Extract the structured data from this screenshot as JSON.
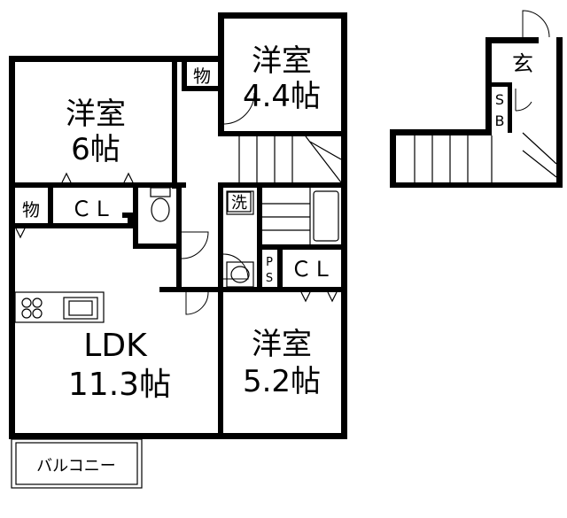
{
  "rooms": {
    "western_6": {
      "name": "洋室",
      "size": "6帖"
    },
    "western_44": {
      "name": "洋室",
      "size": "4.4帖"
    },
    "western_52": {
      "name": "洋室",
      "size": "5.2帖"
    },
    "ldk": {
      "name": "LDK",
      "size": "11.3帖"
    }
  },
  "labels": {
    "storage_top": "物",
    "storage_left": "物",
    "closet_left": "ＣＬ",
    "closet_right": "ＣＬ",
    "wash": "洗",
    "ps_top": "P",
    "ps_bottom": "S",
    "entrance": "玄",
    "sb_top": "S",
    "sb_bottom": "B",
    "balcony": "バルコニー"
  }
}
